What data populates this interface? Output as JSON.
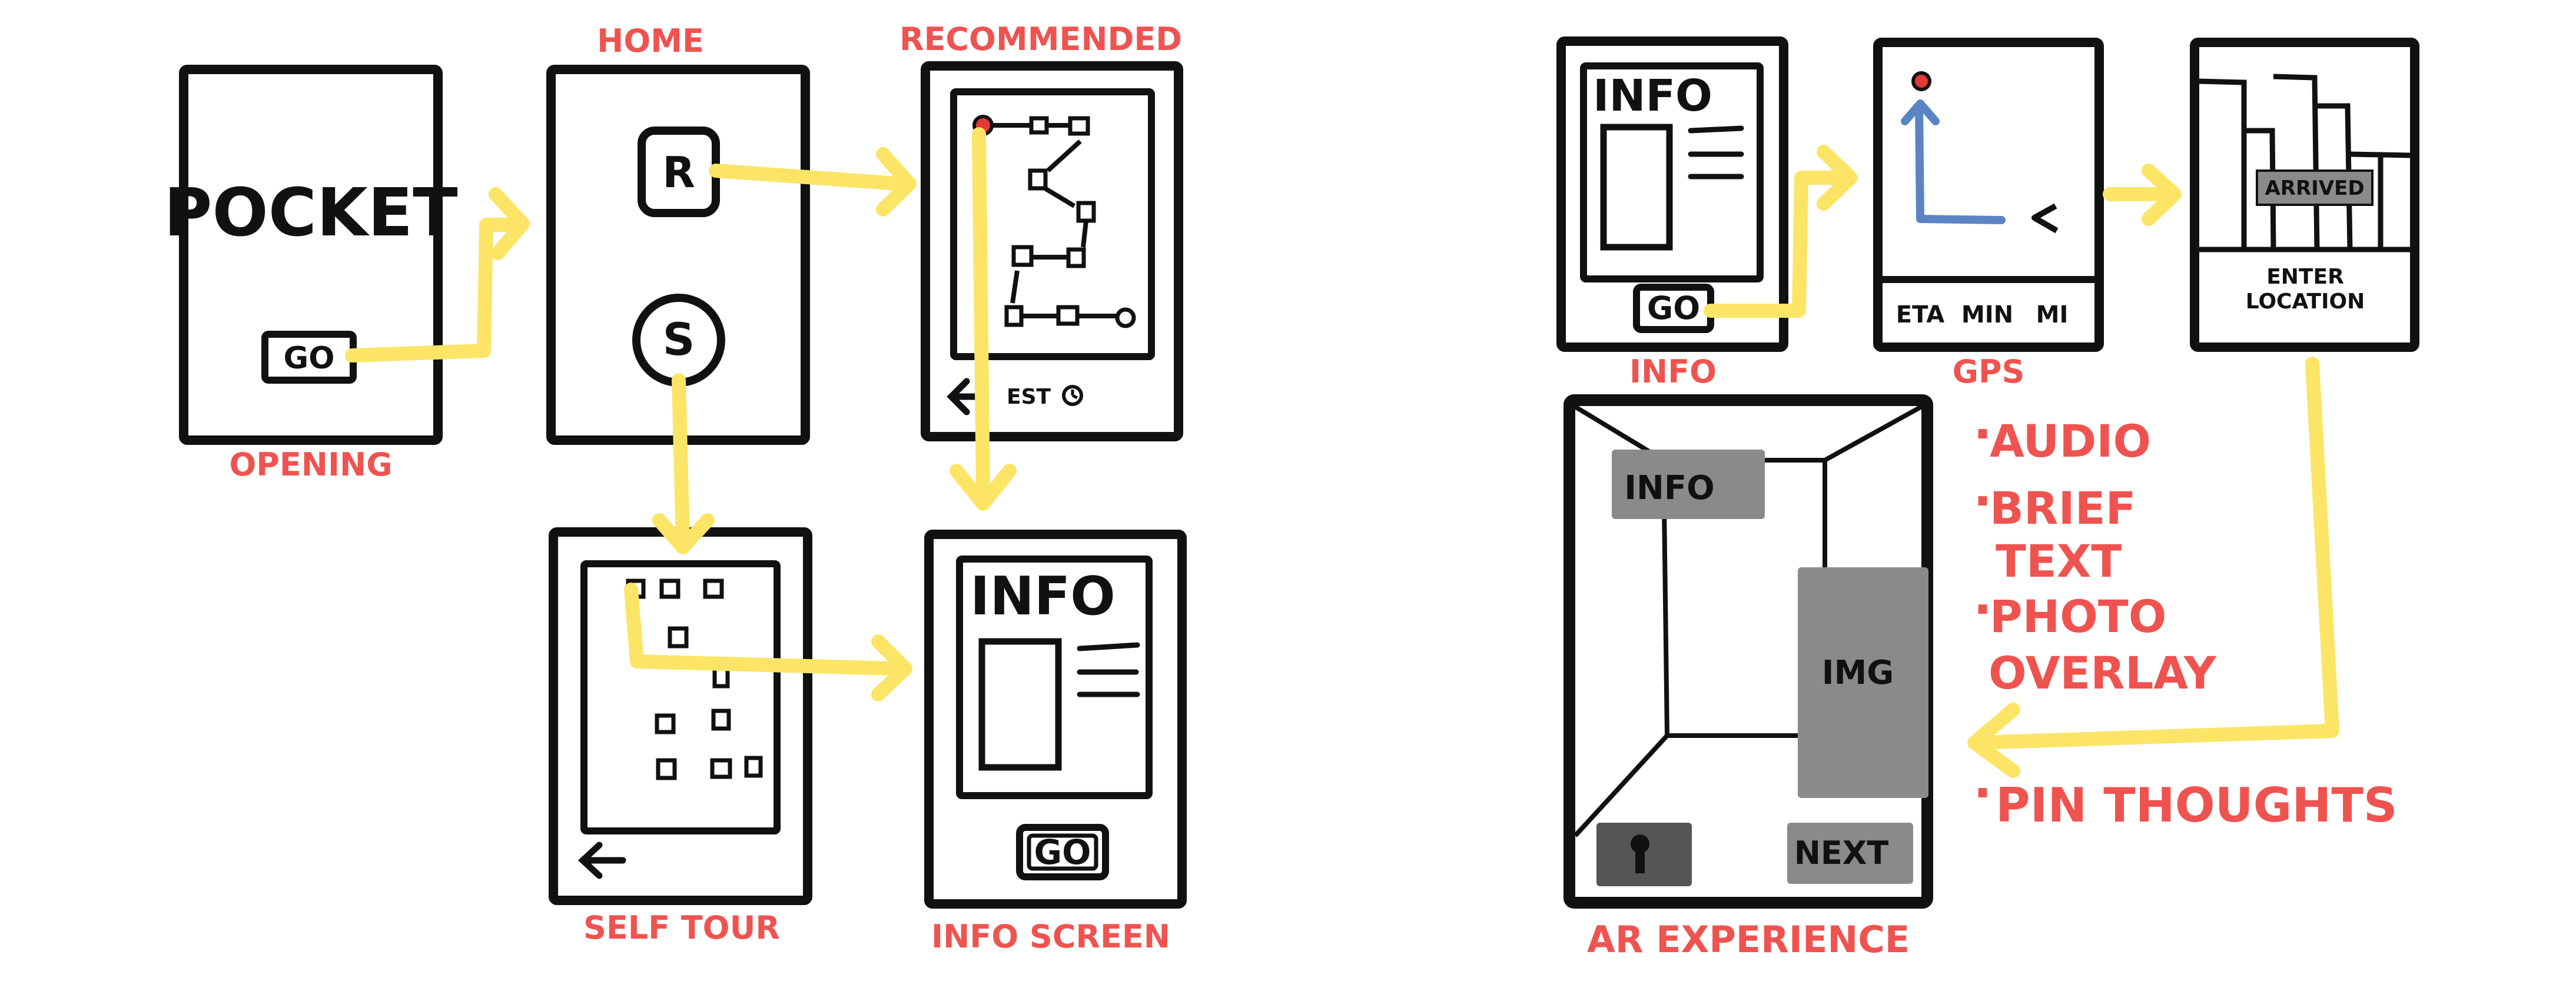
{
  "colors": {
    "ink": "#111111",
    "caption": "#EF5350",
    "arrow": "#FCE566",
    "route_pin": "#E53935",
    "gps_path": "#5B84C4",
    "gray_fill": "#8A8A8A",
    "dark_gray_fill": "#555555"
  },
  "flow": {
    "opening": {
      "caption": "OPENING",
      "logo": "POCKET",
      "go": "GO"
    },
    "home": {
      "caption": "HOME",
      "recommended_button": "R",
      "self_button": "S"
    },
    "recommended": {
      "caption": "RECOMMENDED",
      "est": "EST",
      "back_icon": "left-arrow-icon",
      "clock_icon": "clock-icon"
    },
    "self_tour": {
      "caption": "SELF TOUR",
      "back_icon": "left-arrow-icon"
    },
    "info_screen": {
      "caption": "INFO SCREEN",
      "title": "INFO",
      "go": "GO"
    }
  },
  "ar_flow": {
    "info": {
      "caption": "INFO",
      "title": "INFO",
      "go": "GO"
    },
    "gps": {
      "caption": "GPS",
      "eta": "ETA",
      "min": "MIN",
      "mi": "MI"
    },
    "arrived": {
      "badge": "ARRIVED",
      "enter_line1": "ENTER",
      "enter_line2": "LOCATION"
    },
    "ar_experience": {
      "caption": "AR EXPERIENCE",
      "info": "INFO",
      "img": "IMG",
      "next": "NEXT",
      "lock_icon": "keyhole-icon"
    }
  },
  "notes": [
    {
      "bullet": "·",
      "lines": [
        "AUDIO"
      ]
    },
    {
      "bullet": "·",
      "lines": [
        "BRIEF",
        "TEXT"
      ]
    },
    {
      "bullet": "·",
      "lines": [
        "PHOTO",
        "OVERLAY"
      ]
    },
    {
      "bullet": "·",
      "lines": [
        "PIN THOUGHTS"
      ]
    }
  ]
}
